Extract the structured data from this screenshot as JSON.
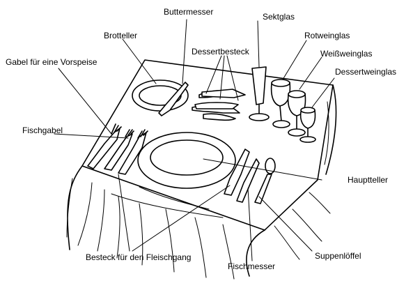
{
  "labels": {
    "buttermesser": "Buttermesser",
    "sektglas": "Sektglas",
    "brotteller": "Brotteller",
    "rotweinglas": "Rotweinglas",
    "dessertbesteck": "Dessertbesteck",
    "weissweinglas": "Weißweinglas",
    "gabel_vorspeise": "Gabel für eine Vorspeise",
    "dessertweinglas": "Dessertweinglas",
    "fischgabel": "Fischgabel",
    "hauptteller": "Hauptteller",
    "suppenloeffel": "Suppenlöffel",
    "besteck_fleischgang": "Besteck für den Fleischgang",
    "fischmesser": "Fischmesser"
  }
}
